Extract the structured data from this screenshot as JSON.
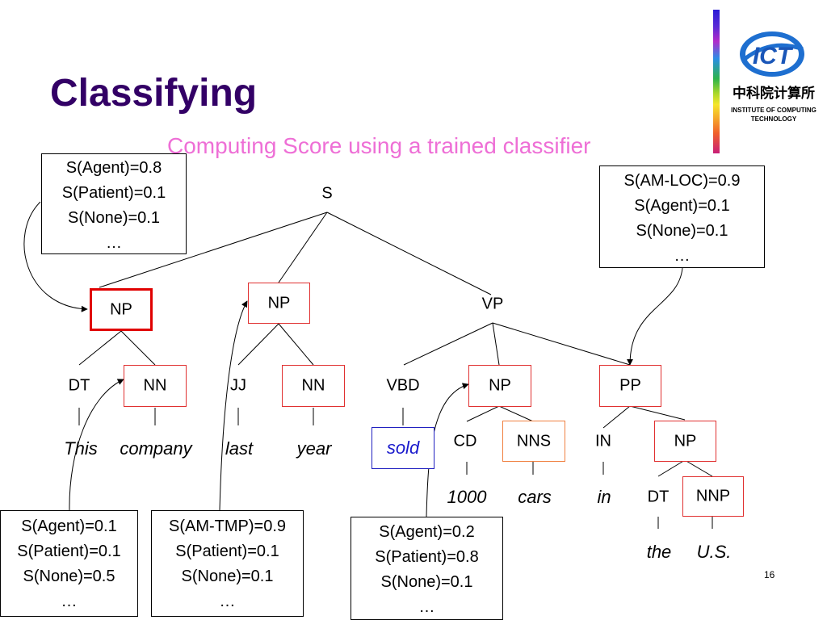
{
  "slide": {
    "title": "Classifying",
    "subtitle": "Computing Score using a trained classifier",
    "page_number": "16"
  },
  "logo": {
    "mark": "ICT",
    "chinese": "中科院计算所",
    "line1": "INSTITUTE OF COMPUTING",
    "line2": "TECHNOLOGY"
  },
  "tree": {
    "S": "S",
    "NP_subj": "NP",
    "NP_tmp": "NP",
    "VP": "VP",
    "DT1": "DT",
    "NN1": "NN",
    "JJ": "JJ",
    "NN2": "NN",
    "VBD": "VBD",
    "NP_obj": "NP",
    "PP": "PP",
    "CD": "CD",
    "NNS": "NNS",
    "IN": "IN",
    "NP_pp": "NP",
    "DT2": "DT",
    "NNP": "NNP"
  },
  "words": {
    "this": "This",
    "company": "company",
    "last": "last",
    "year": "year",
    "sold": "sold",
    "n1000": "1000",
    "cars": "cars",
    "in": "in",
    "the": "the",
    "us": "U.S."
  },
  "score_boxes": {
    "np_subject": [
      "S(Agent)=0.8",
      "S(Patient)=0.1",
      "S(None)=0.1",
      "…"
    ],
    "pp_location": [
      "S(AM-LOC)=0.9",
      "S(Agent)=0.1",
      "S(None)=0.1",
      "…"
    ],
    "nn_company": [
      "S(Agent)=0.1",
      "S(Patient)=0.1",
      "S(None)=0.5",
      "…"
    ],
    "np_temporal": [
      "S(AM-TMP)=0.9",
      "S(Patient)=0.1",
      "S(None)=0.1",
      "…"
    ],
    "np_object": [
      "S(Agent)=0.2",
      "S(Patient)=0.8",
      "S(None)=0.1",
      "…"
    ]
  },
  "colors": {
    "title": "#330066",
    "subtitle": "#ee6fd6",
    "node_border": "#e03030",
    "highlight_border": "#e00000",
    "sold_border": "#2020c0",
    "sold_text": "#1a1acc",
    "nns_border": "#f08040"
  }
}
